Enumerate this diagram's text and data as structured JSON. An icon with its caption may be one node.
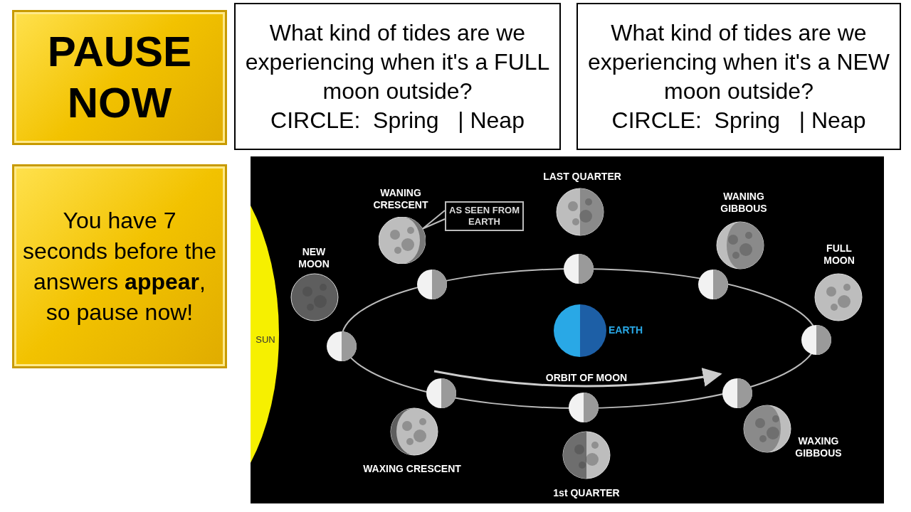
{
  "diagram": {
    "nodes": [
      {
        "text": [
          "PAUSE NOW"
        ]
      },
      {
        "text": [
          "What kind of tides are we experiencing when it's a FULL moon outside?",
          "CIRCLE:  Spring   | Neap"
        ]
      },
      {
        "text": [
          "What kind of tides are we experiencing when it's a NEW moon outside?",
          "CIRCLE:  Spring   | Neap"
        ]
      },
      {
        "text": [
          "You have 7 seconds before the answers **appear**, so pause now!"
        ]
      },
      {
        "text": [
          "AS SEEN FROM EARTH"
        ]
      },
      {
        "text": [],
        "shape": "picture"
      }
    ],
    "edges": [
      {
        "from": 4,
        "to": 5,
        "arrow": "none"
      }
    ],
    "labels": [
      "LAST QUARTER",
      "WANING CRESCENT",
      "WANING GIBBOUS",
      "NEW MOON",
      "FULL MOON",
      "EARTH",
      "SUN",
      "ORBIT OF MOON",
      "WAXING GIBBOUS",
      "WAXING CRESCENT",
      "1st QUARTER"
    ]
  }
}
